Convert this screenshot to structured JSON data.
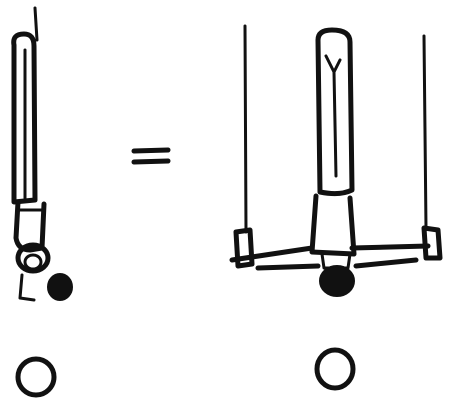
{
  "drawing": {
    "ink_color": "#111111",
    "background_color": "#ffffff",
    "relation_symbol": "equals",
    "panels": [
      {
        "name": "side-view",
        "figure": "athlete-inverted-handstand-side",
        "has_rings": false,
        "marker": "circle"
      },
      {
        "name": "front-view",
        "figure": "athlete-inverted-handstand-on-rings-front",
        "has_rings": true,
        "marker": "circle"
      }
    ]
  }
}
